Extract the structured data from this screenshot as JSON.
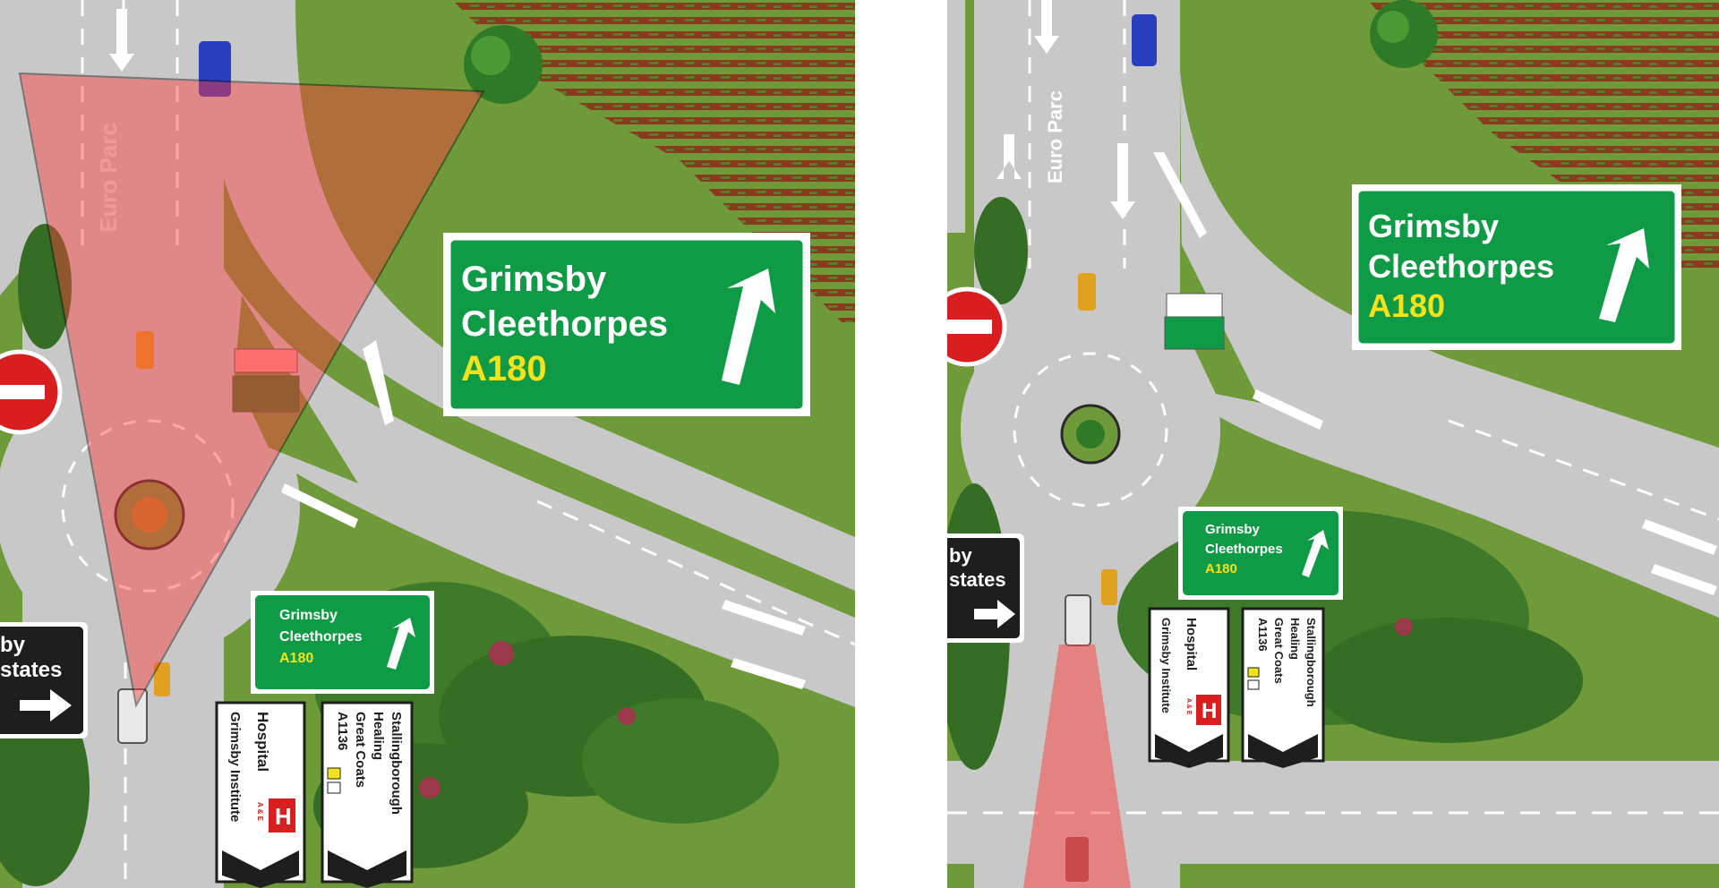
{
  "colors": {
    "grass": "#6f9a3a",
    "road": "#c8c8c8",
    "sign_green": "#0f9a45",
    "sign_yellow": "#f4e21a",
    "sign_white": "#ffffff",
    "sign_black": "#1e1e1e",
    "no_entry_red": "#d81e1e",
    "field_red": "#8a3a1e",
    "view_cone": "#ff3b3b"
  },
  "left_panel": {
    "road_name": "Euro Parc",
    "big_sign": {
      "line1": "Grimsby",
      "line2": "Cleethorpes",
      "road": "A180"
    },
    "small_sign": {
      "line1": "Grimsby",
      "line2": "Cleethorpes",
      "road": "A180"
    },
    "black_sign": {
      "line1": "by",
      "line2": "states"
    },
    "hospital_sign": {
      "title": "Hospital",
      "subtitle": "Grimsby Institute",
      "badge": "H",
      "badge_sub": "A & E"
    },
    "destination_sign": {
      "line1": "Stallingborough",
      "line2": "Healing",
      "line3": "Great Coats",
      "road": "A1136"
    }
  },
  "right_panel": {
    "road_name": "Euro Parc",
    "big_sign": {
      "line1": "Grimsby",
      "line2": "Cleethorpes",
      "road": "A180"
    },
    "small_sign": {
      "line1": "Grimsby",
      "line2": "Cleethorpes",
      "road": "A180"
    },
    "black_sign": {
      "line1": "by",
      "line2": "states"
    },
    "hospital_sign": {
      "title": "Hospital",
      "subtitle": "Grimsby Institute",
      "badge": "H",
      "badge_sub": "A & E"
    },
    "destination_sign": {
      "line1": "Stallingborough",
      "line2": "Healing",
      "line3": "Great Coats",
      "road": "A1136"
    }
  }
}
